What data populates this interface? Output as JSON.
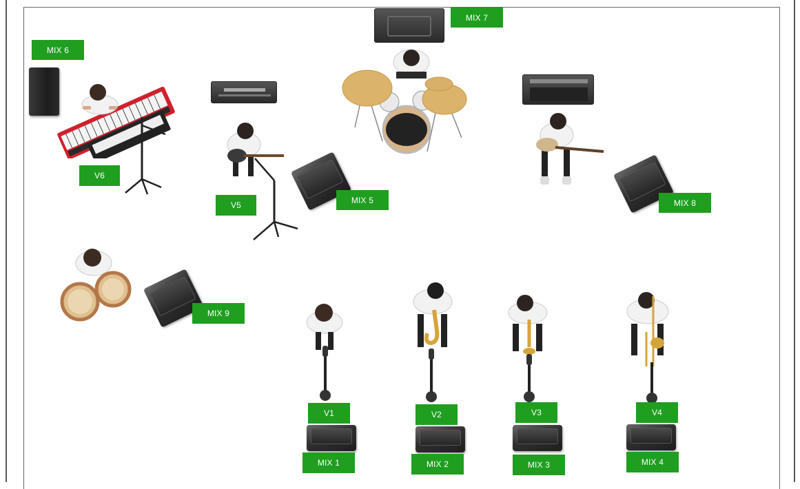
{
  "labels": {
    "mix1": "MIX 1",
    "mix2": "MIX 2",
    "mix3": "MIX 3",
    "mix4": "MIX 4",
    "mix5": "MIX 5",
    "mix6": "MIX 6",
    "mix7": "MIX 7",
    "mix8": "MIX 8",
    "mix9": "MIX 9",
    "v1": "V1",
    "v2": "V2",
    "v3": "V3",
    "v4": "V4",
    "v5": "V5",
    "v6": "V6"
  },
  "colors": {
    "label_bg": "#1f9e1f",
    "label_text": "#ffffff",
    "frame": "#666666"
  },
  "icons": [
    "keyboard-icon",
    "drum-kit-icon",
    "bass-guitar-icon",
    "electric-guitar-icon",
    "conga-icon",
    "saxophone-icon",
    "trumpet-icon",
    "trombone-icon",
    "vocal-mic-icon",
    "monitor-wedge-icon",
    "speaker-cabinet-icon",
    "amplifier-icon",
    "mic-stand-icon"
  ]
}
